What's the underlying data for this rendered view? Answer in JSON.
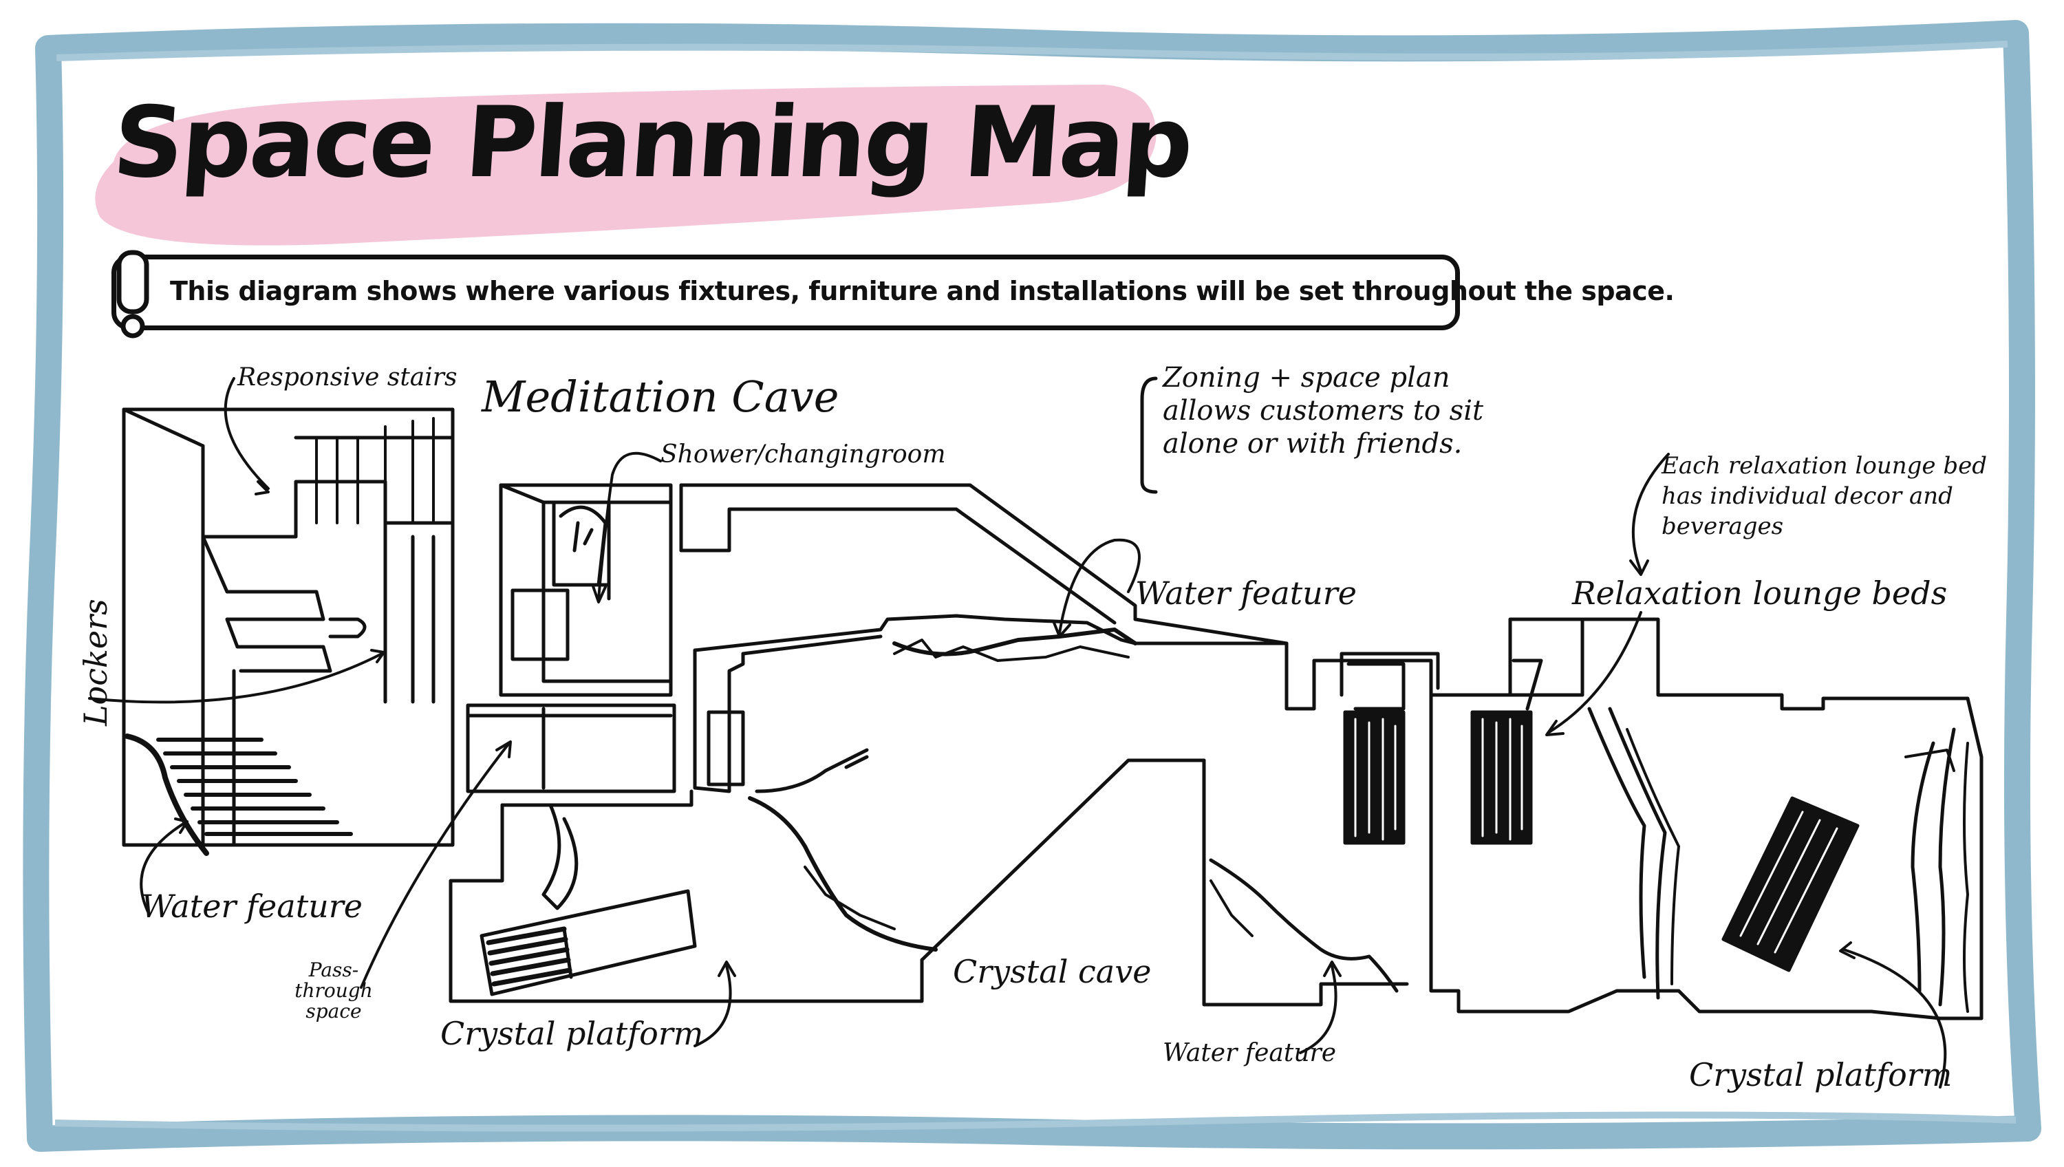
{
  "title": "Space Planning Map",
  "notice": {
    "icon": "exclamation-icon",
    "text": "This diagram shows where various fixtures, furniture and installations will be set throughout the space."
  },
  "labels": {
    "responsive_stairs": "Responsive stairs",
    "meditation_cave": "Meditation Cave",
    "shower_changing": "Shower/changingroom",
    "zoning_note": "Zoning + space plan allows customers to sit alone or with friends.",
    "lockers": "Lockers",
    "water_feature_top": "Water feature",
    "relaxation_note": "Each relaxation lounge bed has individual decor and beverages",
    "relaxation_beds": "Relaxation lounge beds",
    "water_feature_left": "Water feature",
    "pass_through": "Pass-through space",
    "crystal_platform_left": "Crystal platform",
    "crystal_cave": "Crystal cave",
    "water_feature_bottom": "Water feature",
    "crystal_platform_right": "Crystal platform"
  },
  "colors": {
    "frame": "#8fb8cc",
    "title_highlight": "#f5c6d8",
    "ink": "#111111"
  }
}
